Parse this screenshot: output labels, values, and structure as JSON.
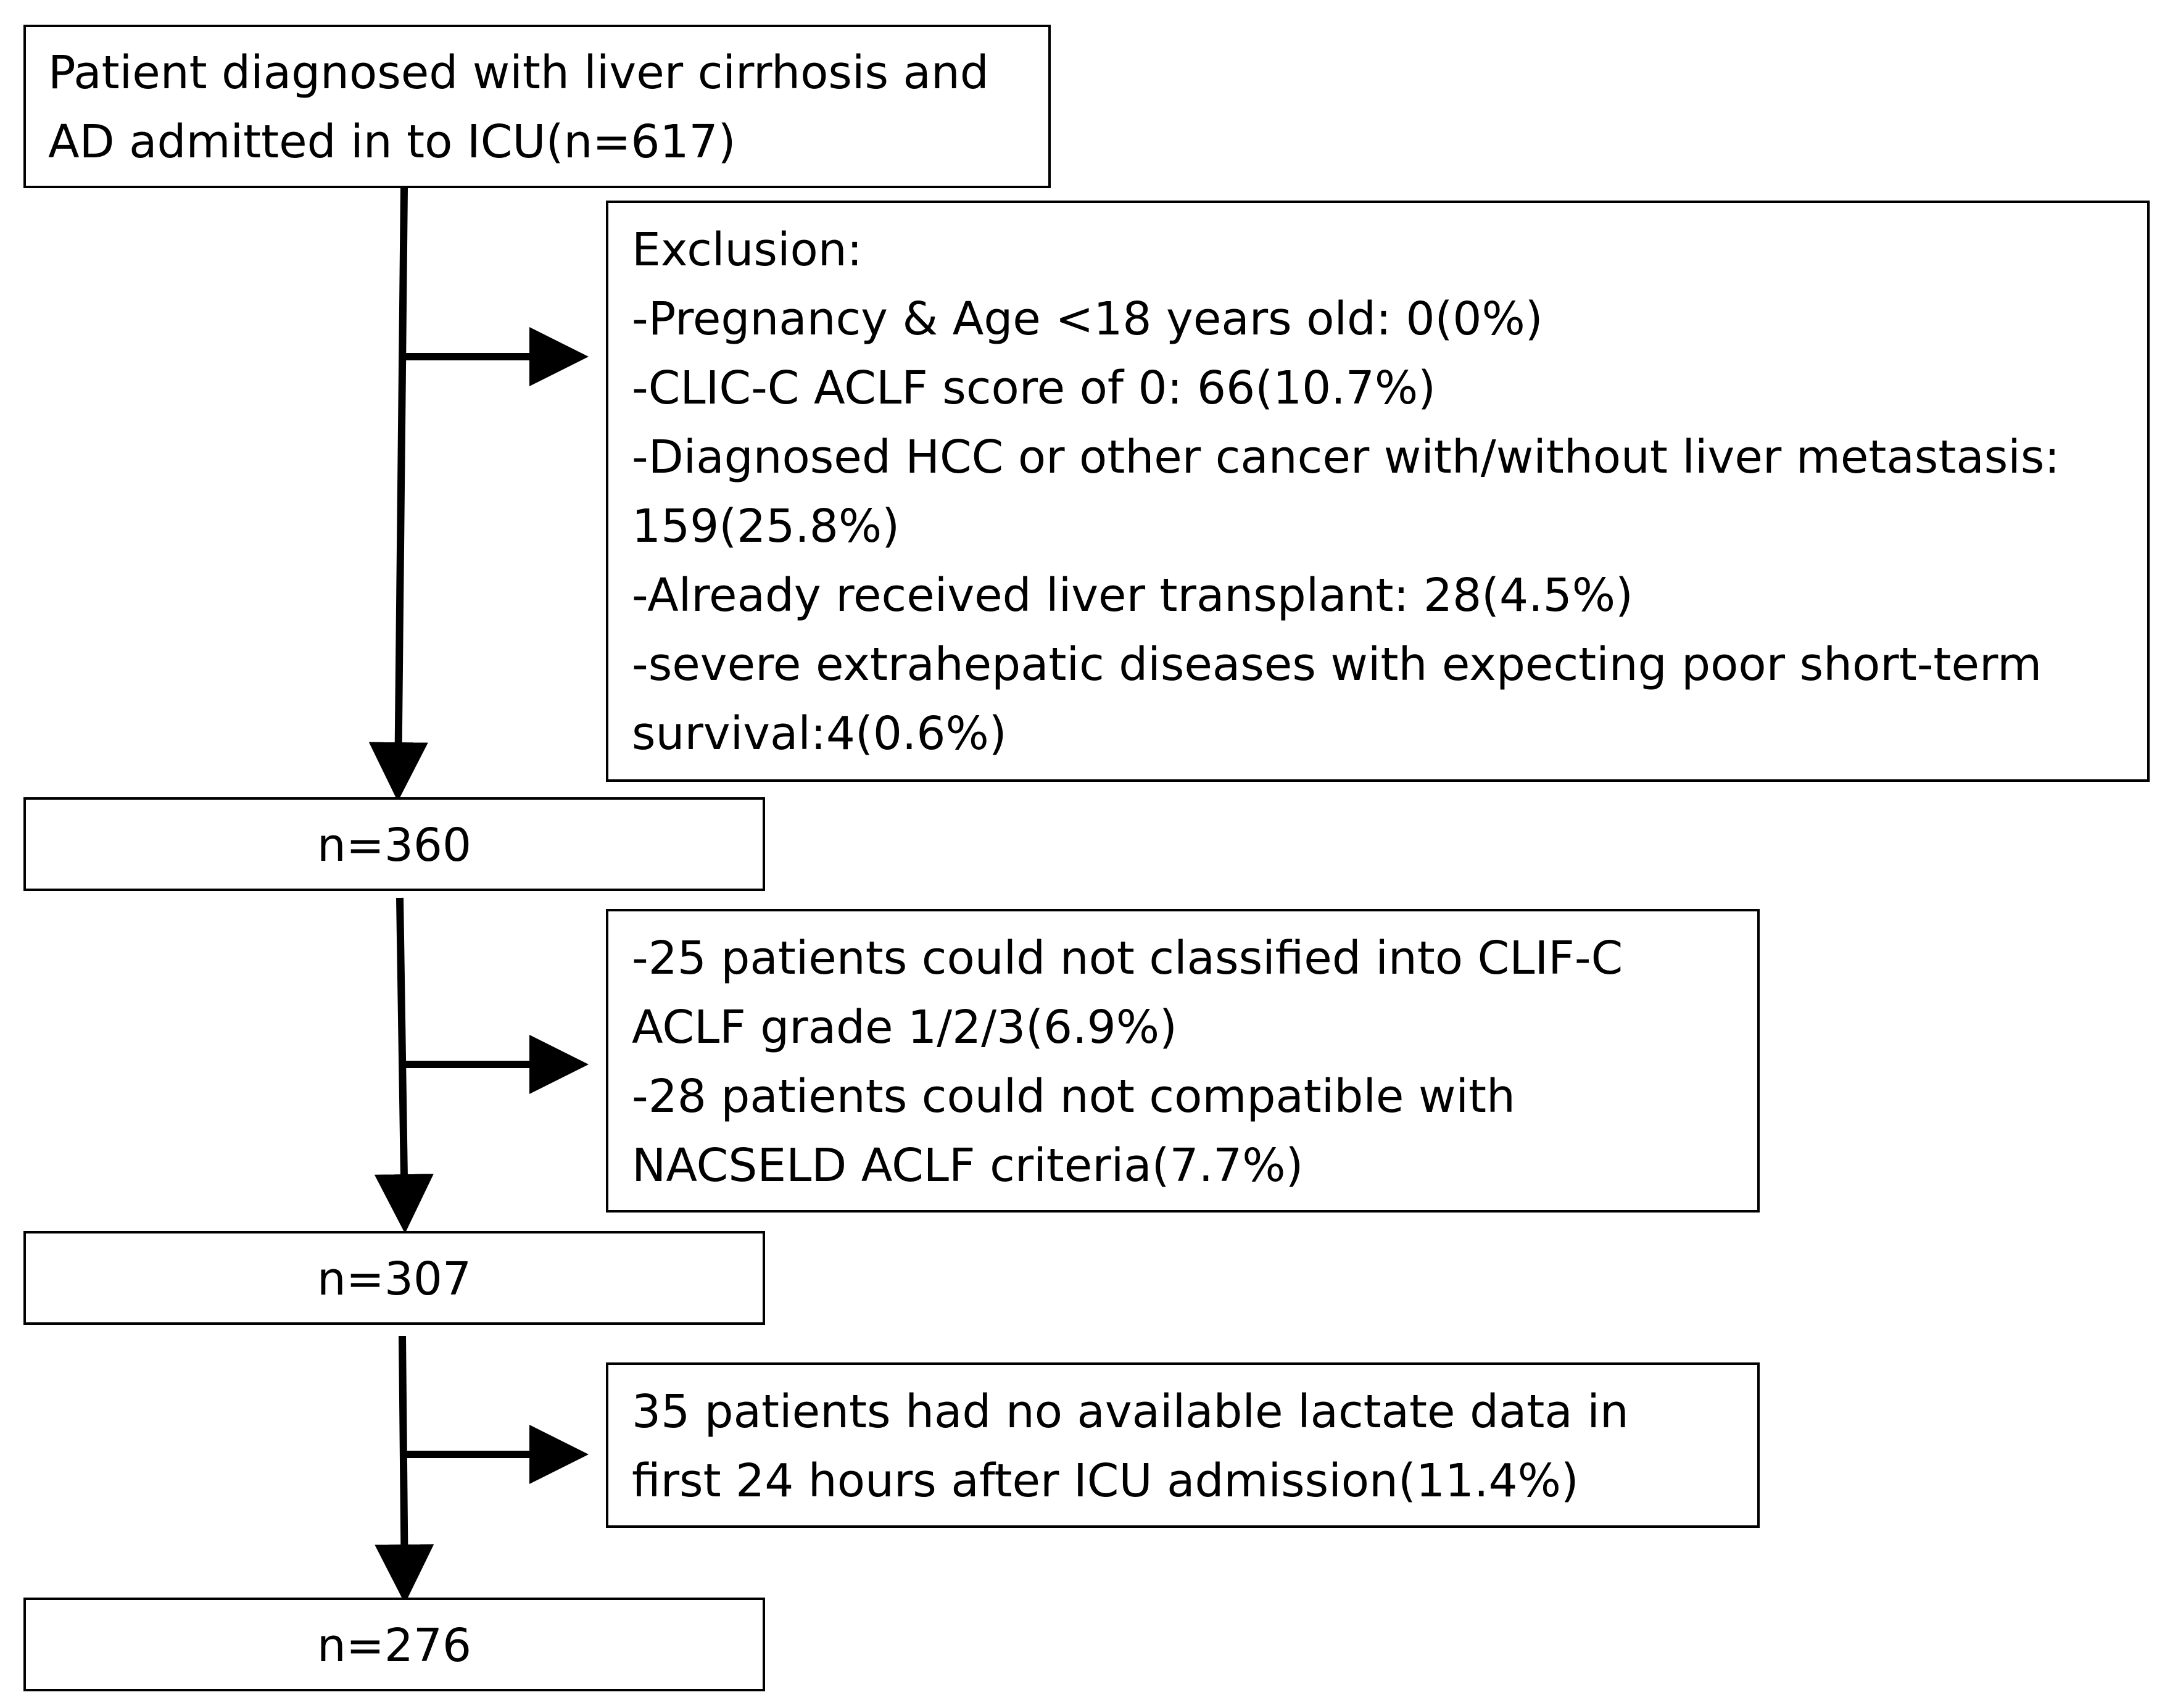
{
  "start": {
    "lines": [
      "Patient diagnosed with liver cirrhosis and",
      "AD admitted in to ICU(n=617)"
    ]
  },
  "exclusion1": {
    "lines": [
      "Exclusion:",
      "-Pregnancy & Age <18 years old: 0(0%)",
      "-CLIC-C ACLF score of 0: 66(10.7%)",
      "-Diagnosed HCC or other cancer with/without liver metastasis:",
      "159(25.8%)",
      "-Already received liver transplant: 28(4.5%)",
      "-severe extrahepatic diseases with expecting poor short-term",
      "survival:4(0.6%)"
    ]
  },
  "step1": {
    "label": "n=360"
  },
  "exclusion2": {
    "lines": [
      "-25 patients could not classified into CLIF-C",
      "ACLF grade 1/2/3(6.9%)",
      "-28 patients could not compatible with",
      "NACSELD ACLF criteria(7.7%)"
    ]
  },
  "step2": {
    "label": "n=307"
  },
  "exclusion3": {
    "lines": [
      "35 patients had no available lactate data in",
      "first 24 hours after ICU admission(11.4%)"
    ]
  },
  "step3": {
    "label": "n=276"
  }
}
